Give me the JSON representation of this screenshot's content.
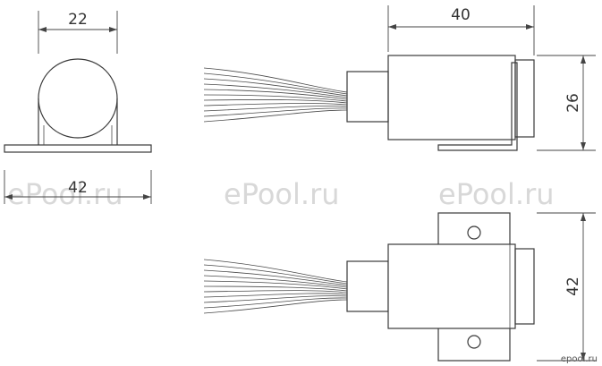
{
  "dimensions": {
    "front_width": "22",
    "front_base_width": "42",
    "side_length": "40",
    "side_height": "26",
    "top_width": "42"
  },
  "watermarks": [
    "ePool.ru",
    "ePool.ru",
    "ePool.ru"
  ],
  "corner_logo": "epool.ru"
}
